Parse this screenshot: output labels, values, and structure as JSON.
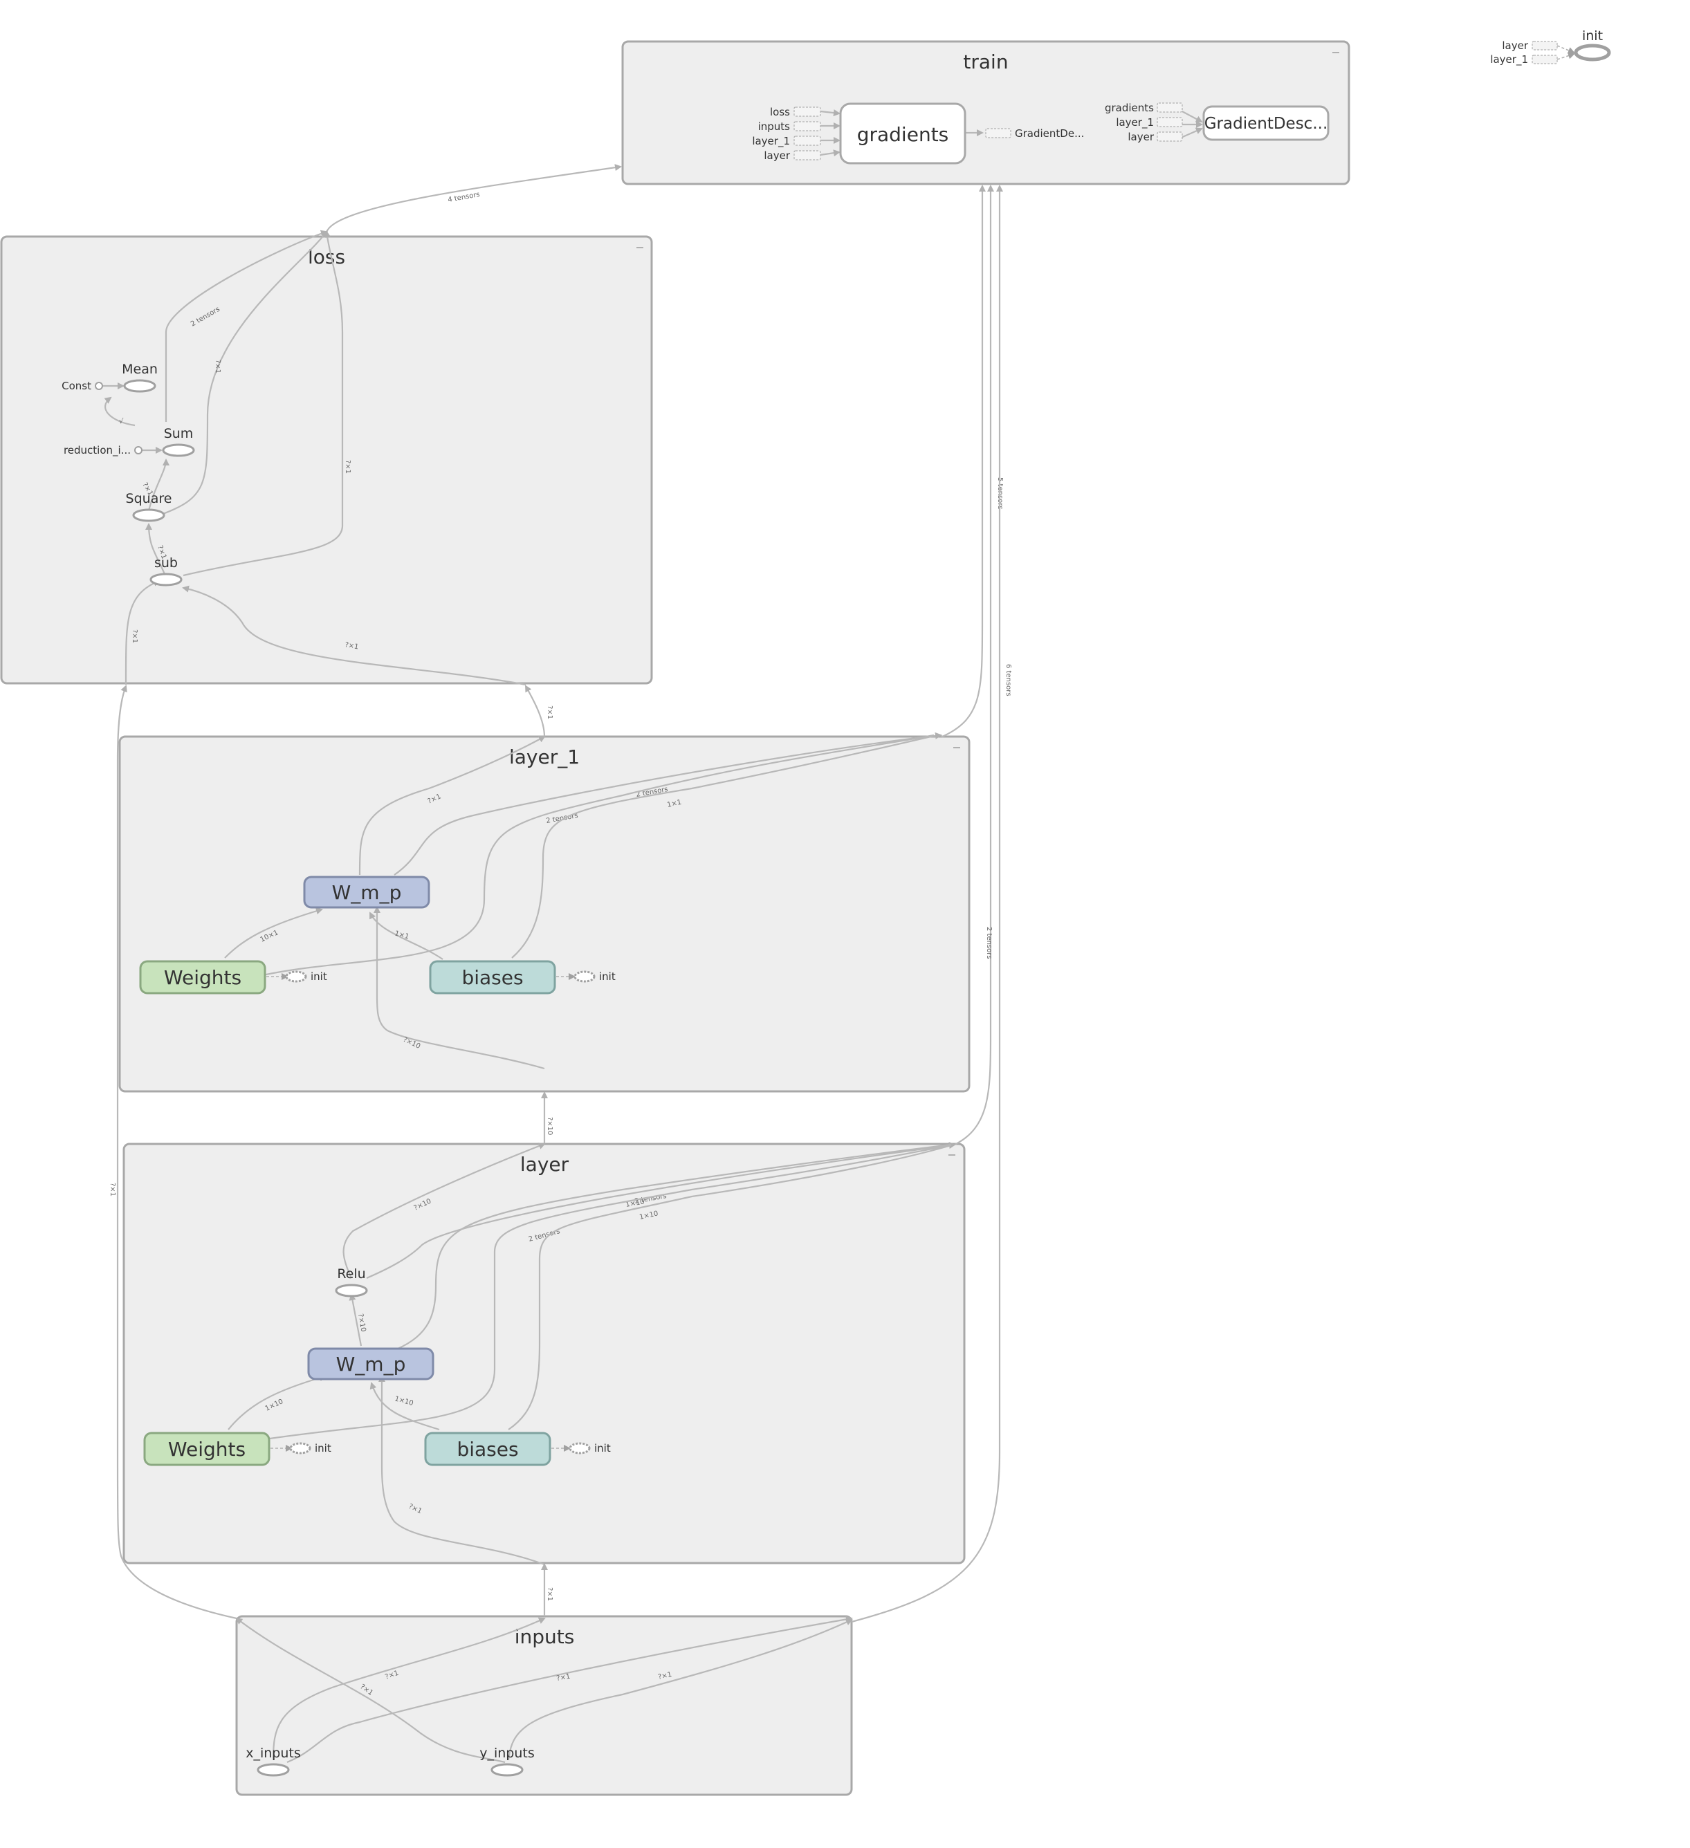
{
  "graph": {
    "groups": {
      "train": "train",
      "loss": "loss",
      "layer_1": "layer_1",
      "layer": "layer",
      "inputs": "inputs"
    },
    "train": {
      "gradients_label": "gradients",
      "gradient_desc_label": "GradientDesc...",
      "gradients_inputs": [
        "loss",
        "inputs",
        "layer_1",
        "layer"
      ],
      "gradients_output": "GradientDe...",
      "gd_inputs": [
        "gradients",
        "layer_1",
        "layer"
      ]
    },
    "loss": {
      "mean": "Mean",
      "const": "Const",
      "sum": "Sum",
      "reduction": "reduction_i...",
      "square": "Square",
      "sub": "sub"
    },
    "layer_1": {
      "wmp": "W_m_p",
      "weights": "Weights",
      "biases": "biases",
      "weights_init": "init",
      "biases_init": "init"
    },
    "layer": {
      "relu": "Relu",
      "wmp": "W_m_p",
      "weights": "Weights",
      "biases": "biases",
      "weights_init": "init",
      "biases_init": "init"
    },
    "inputs": {
      "x_inputs": "x_inputs",
      "y_inputs": "y_inputs"
    },
    "init_node": {
      "label": "init",
      "inputs": [
        "layer",
        "layer_1"
      ]
    },
    "edge_labels": {
      "loss_to_train": "4 tensors",
      "two_tensors_loss": "2 tensors",
      "q1_loss_a": "?×1",
      "q1_loss_b": "?×1",
      "const_mean": "",
      "q1_square_sum": "?×1",
      "q1_sub_square": "?×1",
      "q1_xin_sub": "?×1",
      "q1_layer1_sub": "?×1",
      "q1_layer1_loss": "?×1",
      "train_5": "5 tensors",
      "train_6": "6 tensors",
      "train_2": "2 tensors",
      "l1_q1": "?×1",
      "l1_2t_a": "2 tensors",
      "l1_1x1": "1×1",
      "l1_2t_b": "2 tensors",
      "l1_10x1": "10×1",
      "l1_b_1x1": "1×1",
      "l1_in_q10": "?×10",
      "l1_q10_up": "?×10",
      "l_q10": "?×10",
      "l_2t_a": "2 tensors",
      "l_1x10_a": "1×10",
      "l_2t_b": "2 tensors",
      "l_1x10_b": "1×10",
      "l_relu_q10": "?×10",
      "l_w_1x10": "1×10",
      "l_b_1x10": "1×10",
      "l_in_q1": "?×1",
      "in_q1_up": "?×1",
      "left_q1": "?×1",
      "in_a": "?×1",
      "in_b": "?×1",
      "in_c": "?×1",
      "in_d": "?×1"
    }
  }
}
